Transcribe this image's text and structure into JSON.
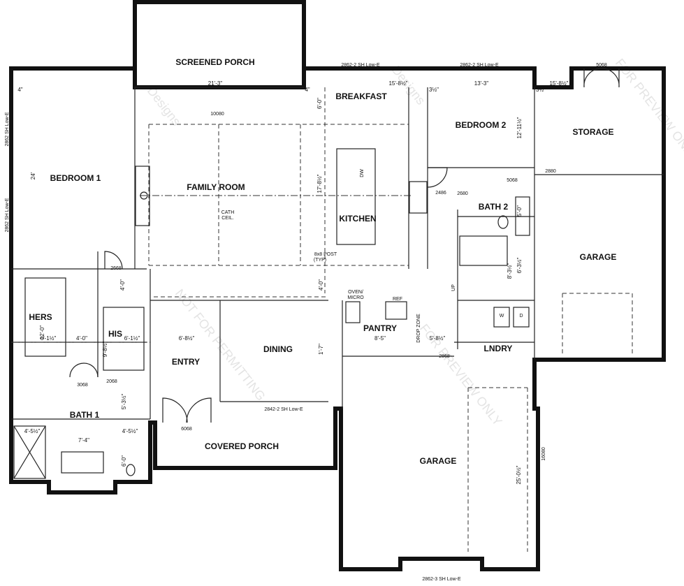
{
  "rooms": {
    "screened_porch": "SCREENED PORCH",
    "breakfast": "BREAKFAST",
    "bedroom2": "BEDROOM 2",
    "storage": "STORAGE",
    "bedroom1": "BEDROOM 1",
    "family_room": "FAMILY ROOM",
    "kitchen": "KITCHEN",
    "bath2": "BATH 2",
    "garage_right": "GARAGE",
    "hers": "HERS",
    "his": "HIS",
    "entry": "ENTRY",
    "dining": "DINING",
    "pantry": "PANTRY",
    "drop_zone": "DROP ZONE",
    "lndry": "LNDRY",
    "bath1": "BATH 1",
    "covered_porch": "COVERED PORCH",
    "garage_bottom": "GARAGE"
  },
  "notes": {
    "cath_ceil_1": "CATH",
    "cath_ceil_2": "CEIL.",
    "post_1": "8x8 POST",
    "post_2": "(TYP)",
    "oven_1": "OVEN/",
    "oven_2": "MICRO",
    "ref": "REF",
    "dw": "DW",
    "up": "UP",
    "w": "W",
    "d": "D"
  },
  "dimensions": {
    "porch_width": "21'-3\"",
    "breakfast_width": "15'-8½\"",
    "bed2_width": "13'-3\"",
    "storage_width": "15'-8½\"",
    "bed2_depth": "12'-11½\"",
    "kitchen_depth": "17'-8½\"",
    "bed1_height": "24'",
    "dim_4_a": "4\"",
    "dim_4_b": "4\"",
    "dim_3half_a": "3½\"",
    "dim_3half_b": "3½\"",
    "dim_6_0": "6'-0\"",
    "hers_depth": "12'-0\"",
    "hers_width": "6'-1½\"",
    "his_gap": "4'-0\"",
    "his_width": "6'-1½\"",
    "his_depth": "9'-8½\"",
    "entry_width": "6'-8½\"",
    "dining_off": "1'-7\"",
    "pantry_width": "8'-5\"",
    "lndry_width": "5'-8½\"",
    "lndry_w2": "6'-3½\"",
    "bath2_d1": "5'-0\"",
    "bath2_d2": "8'-3½\"",
    "bath1_width": "7'-4\"",
    "bath1_d1": "4'-5½\"",
    "bath1_d2": "4'-5½\"",
    "bath1_d3": "5'-3½\"",
    "bath1_d4": "6'-0\"",
    "garage_depth": "25'-0½\"",
    "dim_4_0": "4'-0\"",
    "dim_4_0b": "4'-0\""
  },
  "window_tags": {
    "top_porch": "10080",
    "top_breakfast": "2862-2 SH Low-E",
    "top_bed2": "2862-2 SH Low-E",
    "top_storage": "5068",
    "left_bed1_a": "2862 SH Low-E",
    "left_bed1_b": "2862 SH Low-E",
    "garage_bottom": "2862-3 SH Low-E",
    "covered_porch": "2842-2 SH Low-E",
    "entry_door": "6068",
    "door_2680": "2680",
    "door_2668": "2668",
    "door_3068": "3068",
    "door_2068": "2068",
    "door_2880": "2880",
    "door_5068": "5068",
    "garage_side": "16080",
    "ldry_door": "2868",
    "door_2486": "2486"
  },
  "watermarks": [
    "FOR PREVIEW ONLY",
    "NOT FOR PERMITTING",
    "FOR PREVIEW ONLY",
    "Designs",
    "Designs"
  ]
}
